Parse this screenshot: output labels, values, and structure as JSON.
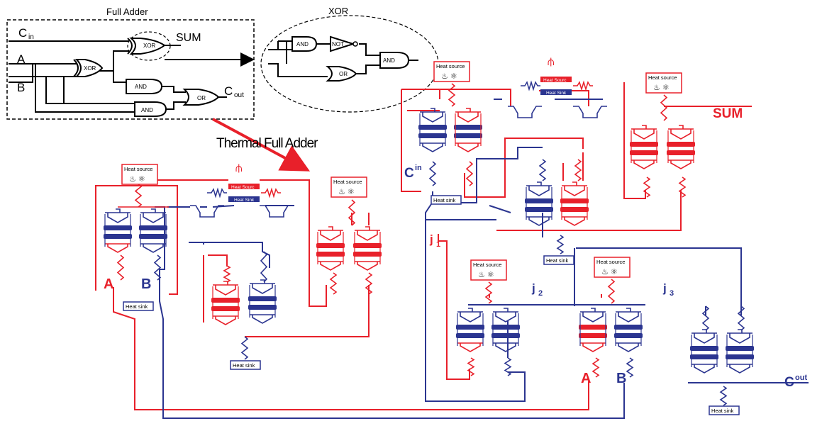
{
  "logic": {
    "full_adder_title": "Full Adder",
    "xor_title": "XOR",
    "cin_label": "C",
    "cin_sub": "in",
    "a_label": "A",
    "b_label": "B",
    "sum_label": "SUM",
    "cout_label": "C",
    "cout_sub": "out",
    "gate_xor": "XOR",
    "gate_and": "AND",
    "gate_or": "OR",
    "gate_not": "NOT"
  },
  "thermal": {
    "title": "Thermal Full Adder",
    "heat_source": "Heat source",
    "heat_sink": "Heat sink",
    "heat_source_bar": "Heat Sourc",
    "heat_sink_bar": "Heat Sink",
    "sum_label": "SUM",
    "cin_label": "C",
    "cin_sup": "in",
    "cout_label": "C",
    "cout_sup": "out",
    "a_label": "A",
    "b_label": "B",
    "a2_label": "A",
    "b2_label": "B",
    "j1_label": "j",
    "j1_sub": "1",
    "j2_label": "j",
    "j2_sub": "2",
    "j3_label": "j",
    "j3_sub": "3"
  },
  "colors": {
    "red": "#e8202a",
    "blue": "#2b3590",
    "black": "#000000"
  }
}
